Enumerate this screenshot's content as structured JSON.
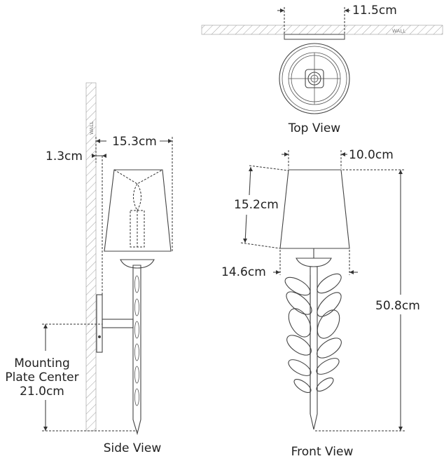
{
  "wall_labels": {
    "top": "WALL",
    "side": "WALL"
  },
  "dimensions": {
    "top_depth": "11.5cm",
    "side_projection": "15.3cm",
    "side_backplate_gap": "1.3cm",
    "mounting_plate_center": [
      "Mounting",
      "Plate Center",
      "21.0cm"
    ],
    "shade_top_width": "10.0cm",
    "shade_height": "15.2cm",
    "shade_bottom_width": "14.6cm",
    "overall_height": "50.8cm"
  },
  "views": {
    "top": "Top View",
    "side": "Side View",
    "front": "Front View"
  }
}
